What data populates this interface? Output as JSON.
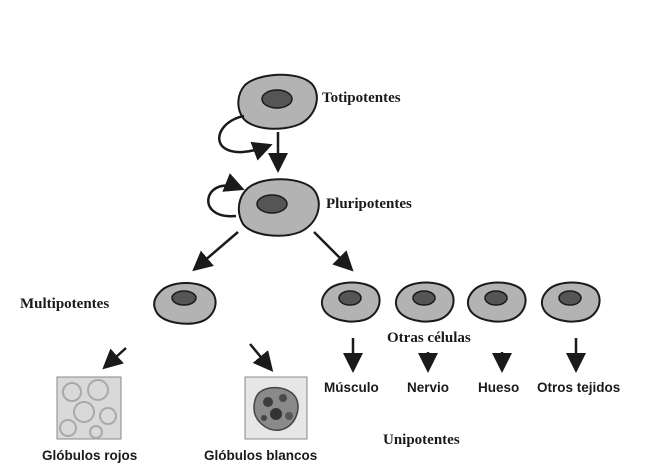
{
  "stages": {
    "totipotent": "Totipotentes",
    "pluripotent": "Pluripotentes",
    "multipotent": "Multipotentes",
    "other_cells": "Otras células",
    "unipotent": "Unipotentes"
  },
  "outputs": {
    "red_cells": "Glóbulos rojos",
    "white_cells": "Glóbulos blancos",
    "muscle": "Músculo",
    "nerve": "Nervio",
    "bone": "Hueso",
    "other_tissues": "Otros tejidos"
  },
  "colors": {
    "cell_fill": "#b3b3b3",
    "nucleus_fill": "#555555",
    "stroke": "#1a1a1a",
    "red_cell_bg": "#d9d9d9"
  }
}
